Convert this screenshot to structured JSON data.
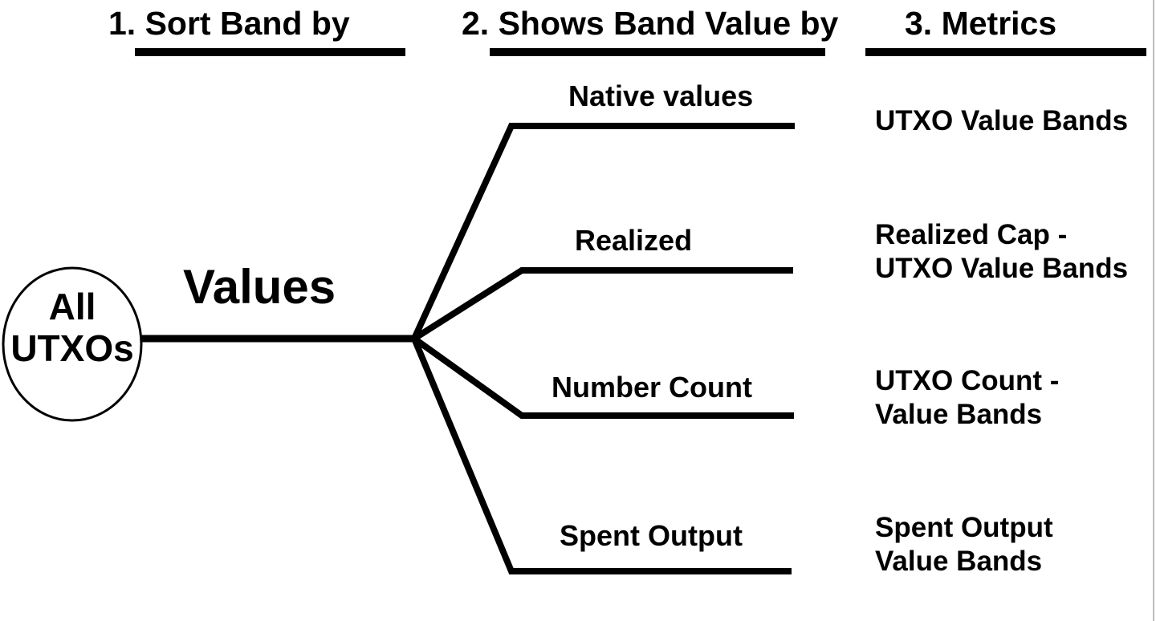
{
  "headers": {
    "col1": "1. Sort Band by",
    "col2": "2. Shows Band Value by",
    "col3": "3. Metrics"
  },
  "root_node": {
    "line1": "All",
    "line2": "UTXOs"
  },
  "level1": {
    "label": "Values"
  },
  "branches": [
    {
      "label": "Native values",
      "metric": {
        "line1": "UTXO Value Bands",
        "line2": ""
      }
    },
    {
      "label": "Realized",
      "metric": {
        "line1": "Realized Cap -",
        "line2": "UTXO Value Bands"
      }
    },
    {
      "label": "Number Count",
      "metric": {
        "line1": "UTXO Count -",
        "line2": "Value Bands"
      }
    },
    {
      "label": "Spent Output",
      "metric": {
        "line1": "Spent Output",
        "line2": "Value Bands"
      }
    }
  ],
  "colors": {
    "line": "#000000",
    "text": "#000000",
    "background": "#ffffff",
    "right_edge": "#bdbdbd"
  }
}
